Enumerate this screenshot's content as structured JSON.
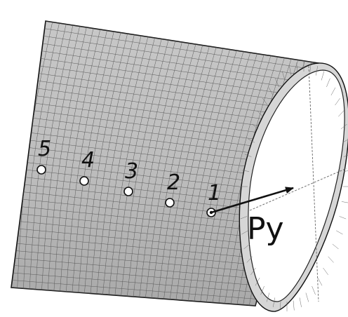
{
  "diagram": {
    "points": [
      {
        "label": "1",
        "marker": "center-dot"
      },
      {
        "label": "2",
        "marker": "open"
      },
      {
        "label": "3",
        "marker": "open"
      },
      {
        "label": "4",
        "marker": "open"
      },
      {
        "label": "5",
        "marker": "open"
      }
    ],
    "force": {
      "label": "Py"
    },
    "colors": {
      "shell": "#bdbdbd",
      "mesh": "#5a5a5a",
      "outline": "#111111"
    }
  }
}
